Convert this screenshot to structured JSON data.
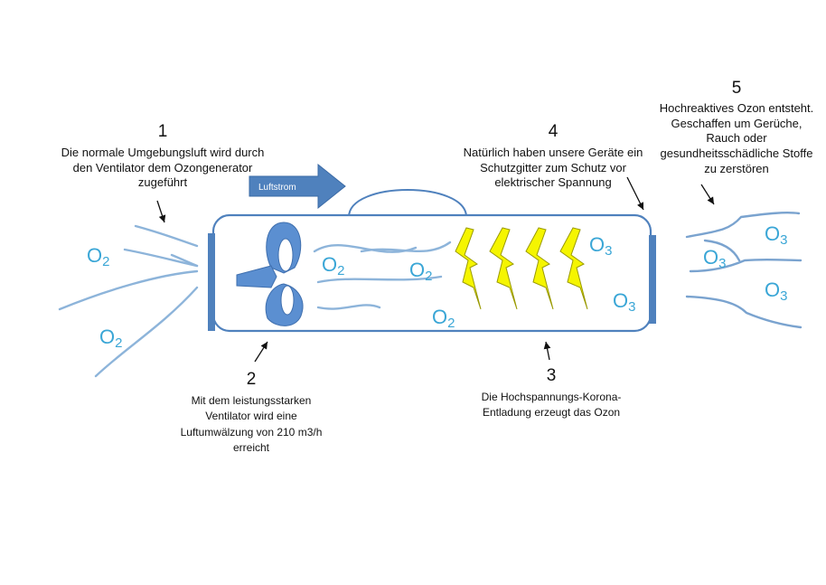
{
  "annotations": [
    {
      "number": "1",
      "text": "Die normale Umgebungsluft wird durch den Ventilator dem Ozongenerator zugeführt"
    },
    {
      "number": "2",
      "text": "Mit dem leistungsstarken Ventilator wird eine Luftumwälzung von 210 m3/h erreicht"
    },
    {
      "number": "3",
      "text": "Die Hochspannungs-Korona-Entladung erzeugt das Ozon"
    },
    {
      "number": "4",
      "text": "Natürlich haben unsere Geräte ein Schutzgitter zum Schutz vor elektrischer Spannung"
    },
    {
      "number": "5",
      "text": "Hochreaktives Ozon entsteht. Geschaffen um Gerüche, Rauch oder gesundheitsschädliche Stoffe zu zerstören"
    }
  ],
  "airflow_label": "Luftstrom",
  "molecules": {
    "oxygen": {
      "symbol": "O",
      "subscript": "2"
    },
    "ozone": {
      "symbol": "O",
      "subscript": "3"
    }
  },
  "colors": {
    "device_fill": "#ffffff",
    "device_stroke": "#4f81bd",
    "fan": "#5b8fd1",
    "arrow": "#4f81bd",
    "lightning_fill": "#f5f500",
    "lightning_stroke": "#9a9a00",
    "molecule_text": "#3aa6d6",
    "air_lines": "#8db4da"
  }
}
